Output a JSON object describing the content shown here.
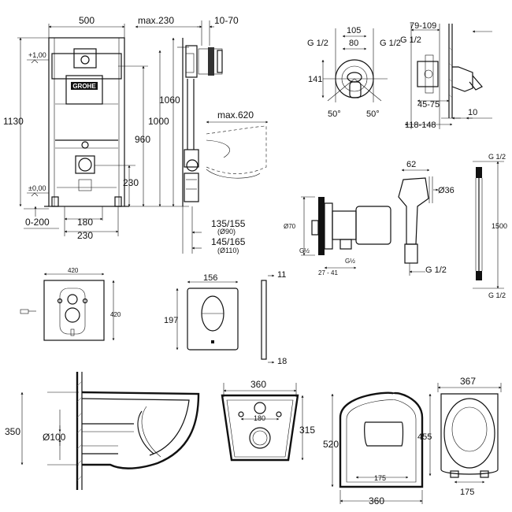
{
  "frame": {
    "width": "500",
    "depth": "max.230",
    "adjust": "10-70",
    "height_total": "1130",
    "h1060": "1060",
    "h1000": "1000",
    "h960": "960",
    "h230": "230",
    "feet": "0-200",
    "w180": "180",
    "w230": "230",
    "level_top": "+1,00",
    "level_zero": "±0,00",
    "maxdepth": "max.620",
    "pipe1": "135/155",
    "pipe1_d": "(Ø90)",
    "pipe2": "145/165",
    "pipe2_d": "(Ø110)",
    "logo": "GROHE"
  },
  "mixer": {
    "w105": "105",
    "w80": "80",
    "g_left": "G 1/2",
    "g_right": "G 1/2",
    "h141": "141",
    "a1": "50°",
    "a2": "50°",
    "d79": "79-109",
    "g_side": "G 1/2",
    "d45": "45-75",
    "d118": "118-148",
    "d10": "10"
  },
  "hygiene": {
    "d70": "Ø70",
    "g_in": "G½",
    "g_out": "G½",
    "d27": "27 - 41",
    "w62": "62",
    "d36": "Ø36",
    "g_gun": "G 1/2",
    "hose_top": "G 1/2",
    "hose_len": "1500",
    "hose_bottom": "G 1/2"
  },
  "mat": {
    "w": "420",
    "h": "420"
  },
  "plate": {
    "w": "156",
    "h": "197",
    "d11": "11",
    "d18": "18"
  },
  "bowl_side": {
    "h": "350",
    "d": "Ø100"
  },
  "bowl_back": {
    "w": "360",
    "h": "315",
    "holes": "180"
  },
  "bowl_top": {
    "h": "520",
    "inner": "175",
    "w": "360"
  },
  "seat": {
    "w": "367",
    "h": "455",
    "hinge": "175"
  }
}
